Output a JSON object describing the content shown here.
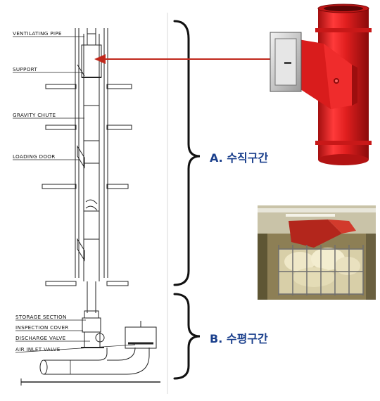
{
  "labels": {
    "ventilating_pipe": "VENTILATING PIPE",
    "support": "SUPPORT",
    "gravity_chute": "GRAVITY CHUTE",
    "loading_door": "LOADING DOOR",
    "storage_section": "STORAGE SECTION",
    "inspection_cover": "INSPECTION COVER",
    "discharge_valve": "DISCHARGE VALVE",
    "air_inlet_valve": "AIR INLET VALVE"
  },
  "sections": {
    "a": "A. 수직구간",
    "b": "B. 수평구간"
  },
  "colors": {
    "section_text": "#1a3f8c",
    "arrow": "#c0281c",
    "chute_red": "#e01f1f"
  }
}
